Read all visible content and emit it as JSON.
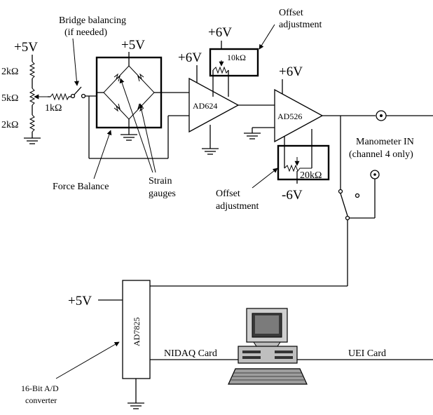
{
  "labels": {
    "bridge_balancing_line1": "Bridge balancing",
    "bridge_balancing_line2": "(if needed)",
    "v_left_supply": "+5V",
    "r_top": "2kΩ",
    "r_mid": "5kΩ",
    "r_bottom": "2kΩ",
    "r_series": "1kΩ",
    "v_bridge_supply": "+5V",
    "v_ad624_supply": "+6V",
    "ad624": "AD624",
    "v_offset1_supply": "+6V",
    "r_offset1": "10kΩ",
    "offset_adjust1_line1": "Offset",
    "offset_adjust1_line2": "adjustment",
    "v_ad526_supply": "+6V",
    "ad526": "AD526",
    "r_offset2": "20kΩ",
    "v_offset2_supply": "-6V",
    "offset_adjust2_line1": "Offset",
    "offset_adjust2_line2": "adjustment",
    "manometer_line1": "Manometer IN",
    "manometer_line2": "(channel 4 only)",
    "force_balance": "Force Balance",
    "strain_line1": "Strain",
    "strain_line2": "gauges",
    "v_adc_supply": "+5V",
    "ad7825": "AD7825",
    "nidaq_card": "NIDAQ Card",
    "uei_card": "UEI Card",
    "adc_desc_line1": "16-Bit A/D",
    "adc_desc_line2": "converter"
  }
}
